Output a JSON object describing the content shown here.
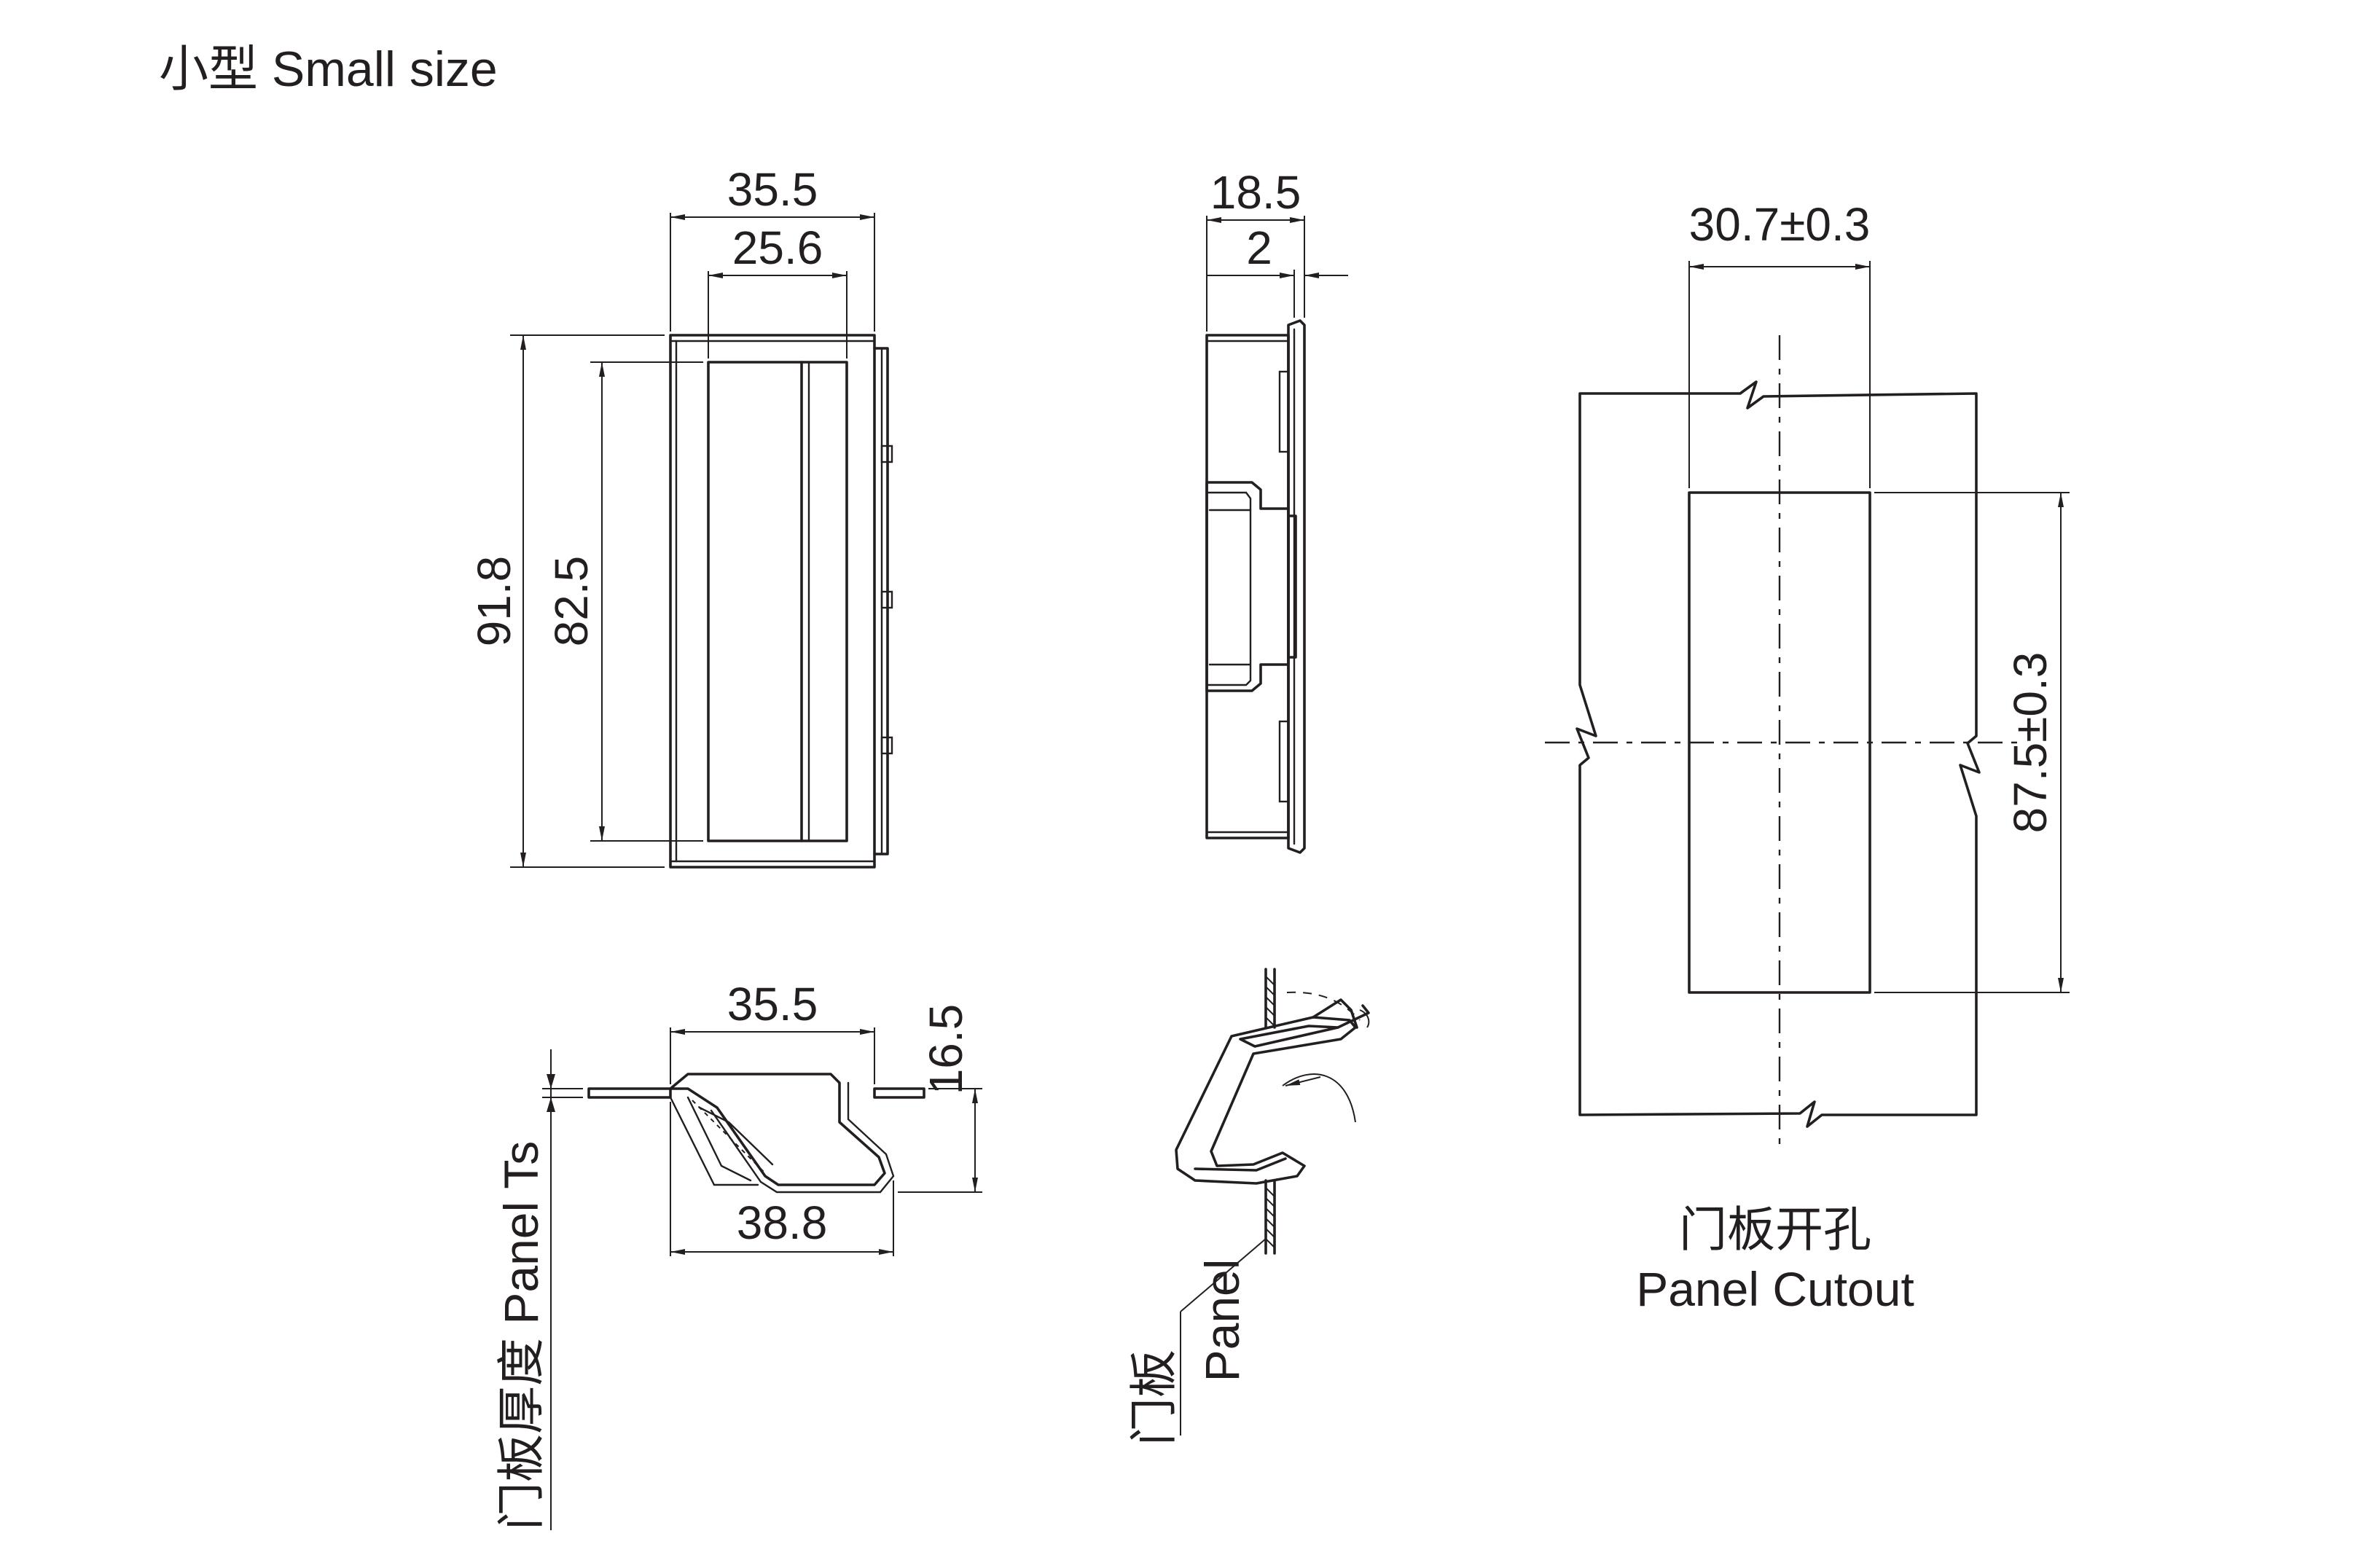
{
  "title": "小型 Small size",
  "front_view": {
    "width_outer": "35.5",
    "width_inner": "25.6",
    "height_outer": "91.8",
    "height_inner": "82.5"
  },
  "side_view": {
    "depth": "18.5",
    "flange": "2"
  },
  "bottom_view": {
    "width_top": "35.5",
    "width_bottom": "38.8",
    "height": "16.5",
    "panel_thickness_label": "门板厚度 Panel Ts"
  },
  "section_view": {
    "panel_label_cn": "门板",
    "panel_label_en": "Panel"
  },
  "cutout_view": {
    "width": "30.7±0.3",
    "height": "87.5±0.3",
    "label_cn": "门板开孔",
    "label_en": "Panel Cutout"
  }
}
